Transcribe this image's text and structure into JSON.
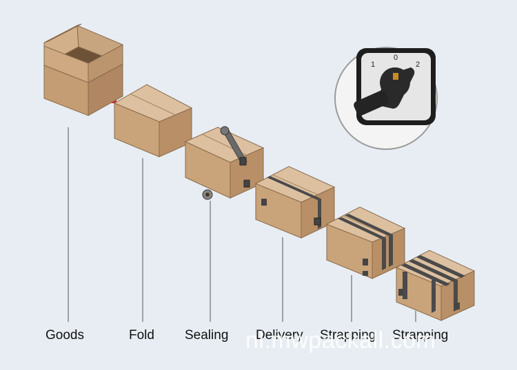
{
  "stages": [
    {
      "label": "Goods"
    },
    {
      "label": "Fold"
    },
    {
      "label": "Sealing"
    },
    {
      "label": "Delivery"
    },
    {
      "label": "Strapping"
    },
    {
      "label": "Strapping"
    }
  ],
  "switch": {
    "positions": [
      "1",
      "0",
      "2"
    ]
  },
  "watermark": "nl.mwpackall.com",
  "colors": {
    "background": "#e7edf3",
    "box_front": "#c9a37a",
    "box_side": "#b88f66",
    "box_top": "#dcc0a0",
    "conveyor_link": "#d81f26",
    "strap": "#4a4a4a"
  }
}
